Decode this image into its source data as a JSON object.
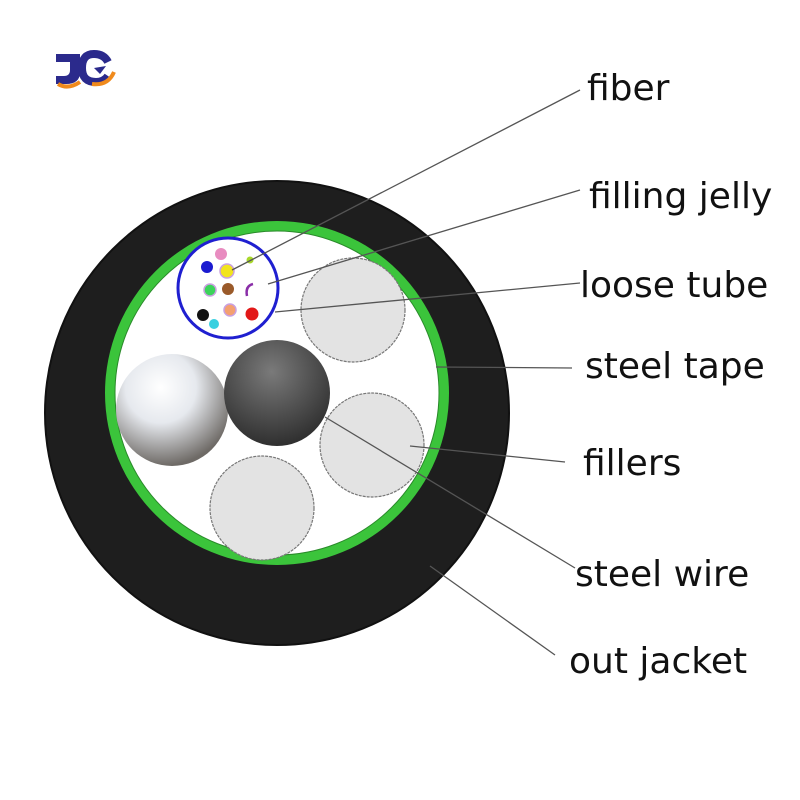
{
  "logo": {
    "text": "JG",
    "colors": {
      "primary": "#2b2a8c",
      "accent": "#f08a1c"
    }
  },
  "diagram": {
    "title": "Cable cross-section",
    "colors": {
      "jacket": "#1e1e1e",
      "steel_tape": "#3bc43b",
      "interior": "#ffffff",
      "loose_tube": "#1f1fd0",
      "filler": "#e3e3e3",
      "filler_stroke": "#777777",
      "leader_line": "#555555"
    },
    "fiber_colors": [
      "#e88cc0",
      "#1b1bd0",
      "#f2e41c",
      "#a8d82a",
      "#3cd35a",
      "#9a5a2a",
      "#8a2ea8",
      "#111111",
      "#f4a070",
      "#e21818",
      "#38d0e0"
    ],
    "labels": [
      {
        "id": "fiber",
        "text": "fiber"
      },
      {
        "id": "filling-jelly",
        "text": "filling jelly"
      },
      {
        "id": "loose-tube",
        "text": "loose tube"
      },
      {
        "id": "steel-tape",
        "text": "steel tape"
      },
      {
        "id": "fillers",
        "text": "fillers"
      },
      {
        "id": "steel-wire",
        "text": "steel wire"
      },
      {
        "id": "out-jacket",
        "text": "out jacket"
      }
    ]
  }
}
